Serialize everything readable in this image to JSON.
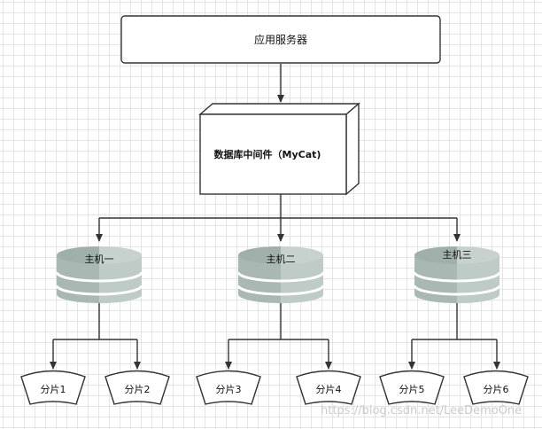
{
  "app_server": {
    "label": "应用服务器"
  },
  "middleware": {
    "label": "数据库中间件（MyCat)"
  },
  "hosts": [
    {
      "label": "主机一",
      "shards": [
        "分片1",
        "分片2"
      ]
    },
    {
      "label": "主机二",
      "shards": [
        "分片3",
        "分片4"
      ]
    },
    {
      "label": "主机三",
      "shards": [
        "分片5",
        "分片6"
      ]
    }
  ],
  "watermark": "https://blog.csdn.net/LeeDemoOne",
  "colors": {
    "stroke": "#333333",
    "db_light": "#b7c4c0",
    "db_dark": "#8ea49d",
    "db_band": "#ffffff",
    "box_fill": "#ffffff"
  }
}
